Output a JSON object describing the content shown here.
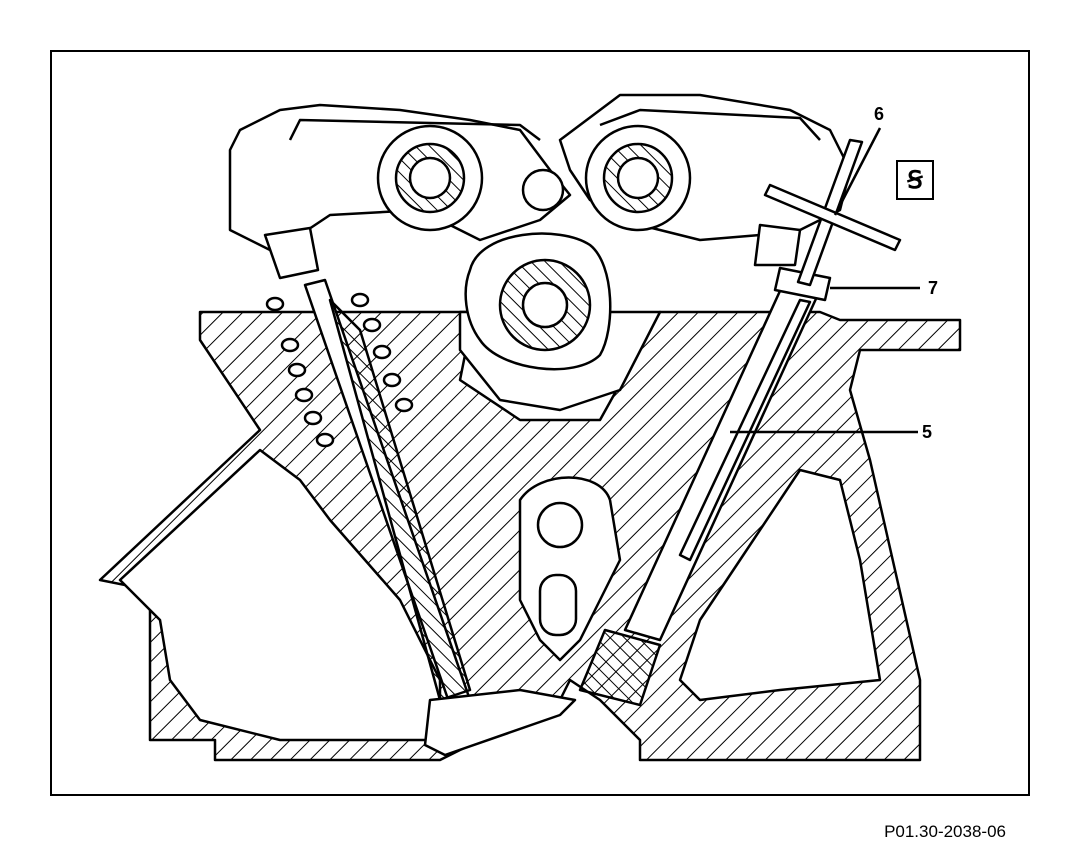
{
  "callouts": {
    "label_5": "5",
    "label_6": "6",
    "label_7": "7"
  },
  "tool_symbol": {
    "glyph": "Ꞩ",
    "icon": "special-tool-icon"
  },
  "reference_code": "P01.30-2038-06",
  "colors": {
    "line": "#000000",
    "background": "#ffffff"
  }
}
